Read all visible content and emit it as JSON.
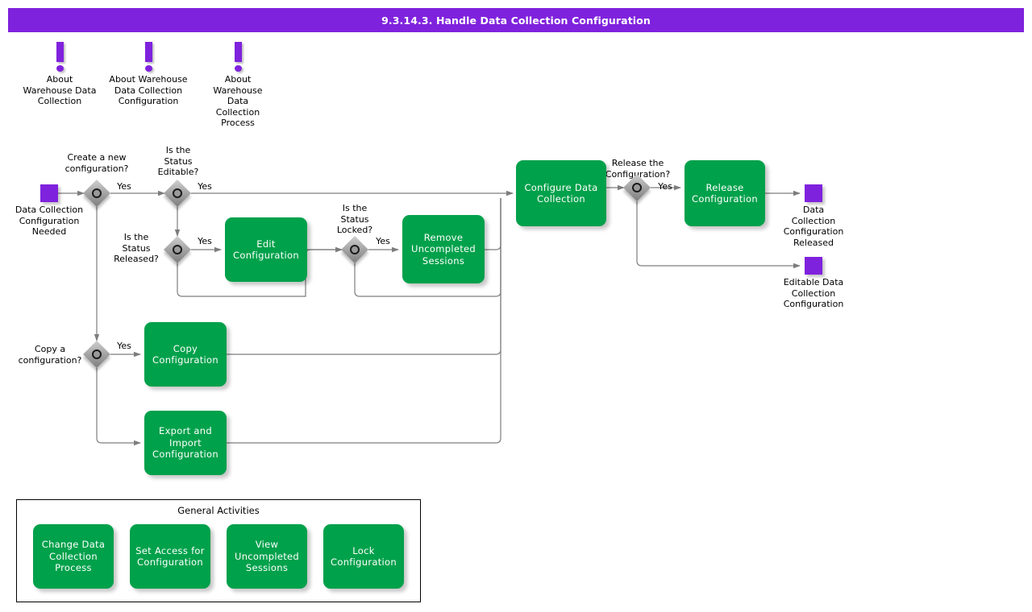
{
  "title": {
    "text": "9.3.14.3. Handle Data Collection Configuration",
    "bar_color": "#7F22DD",
    "text_color": "#FFFFFF"
  },
  "colors": {
    "purple": "#7F22DD",
    "green": "#00A14B",
    "gateway_gray": "#A8A8A8",
    "connector": "#777777",
    "text": "#000000"
  },
  "info_markers": [
    {
      "icon": "exclamation-icon",
      "label": "About\nWarehouse Data\nCollection"
    },
    {
      "icon": "exclamation-icon",
      "label": "About Warehouse\nData Collection\nConfiguration"
    },
    {
      "icon": "exclamation-icon",
      "label": "About\nWarehouse\nData\nCollection\nProcess"
    }
  ],
  "events": [
    {
      "type": "start",
      "label": "Data Collection\nConfiguration\nNeeded"
    },
    {
      "type": "end",
      "label": "Data\nCollection\nConfiguration\nReleased"
    },
    {
      "type": "end",
      "label": "Editable Data\nCollection\nConfiguration"
    }
  ],
  "gateways": [
    {
      "id": "create-new",
      "question": "Create a new\nconfiguration?",
      "yes_label": "Yes"
    },
    {
      "id": "status-editable",
      "question": "Is the\nStatus\nEditable?",
      "yes_label": "Yes"
    },
    {
      "id": "status-released",
      "question": "Is the\nStatus\nReleased?",
      "yes_label": "Yes"
    },
    {
      "id": "status-locked",
      "question": "Is the\nStatus\nLocked?",
      "yes_label": "Yes"
    },
    {
      "id": "copy-configuration",
      "question": "Copy a\nconfiguration?",
      "yes_label": "Yes"
    },
    {
      "id": "release-configuration",
      "question": "Release the\nConfiguration?",
      "yes_label": "Yes"
    }
  ],
  "tasks": [
    {
      "id": "edit-configuration",
      "label": "Edit\nConfiguration"
    },
    {
      "id": "remove-uncompleted-sessions",
      "label": "Remove\nUncompleted\nSessions"
    },
    {
      "id": "copy-configuration",
      "label": "Copy\nConfiguration"
    },
    {
      "id": "export-import-configuration",
      "label": "Export and\nImport\nConfiguration"
    },
    {
      "id": "configure-data-collection",
      "label": "Configure Data\nCollection"
    },
    {
      "id": "release-configuration",
      "label": "Release\nConfiguration"
    }
  ],
  "general_activities": {
    "title": "General Activities",
    "items": [
      {
        "id": "change-data-collection-process",
        "label": "Change Data\nCollection\nProcess"
      },
      {
        "id": "set-access-for-configuration",
        "label": "Set Access for\nConfiguration"
      },
      {
        "id": "view-uncompleted-sessions",
        "label": "View\nUncompleted\nSessions"
      },
      {
        "id": "lock-configuration",
        "label": "Lock\nConfiguration"
      }
    ]
  }
}
